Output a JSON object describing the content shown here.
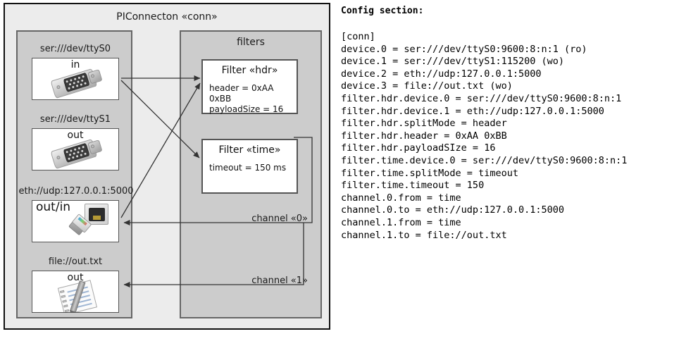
{
  "diagram": {
    "title": "PIConnecton «conn»",
    "devices_panel": {
      "groups": [
        {
          "label": "ser:///dev/ttyS0",
          "direction": "in",
          "icon": "serial-connector-icon"
        },
        {
          "label": "ser:///dev/ttyS1",
          "direction": "out",
          "icon": "serial-connector-icon"
        },
        {
          "label": "eth://udp:127.0.0.1:5000",
          "direction": "out/in",
          "icon": "ethernet-jack-icon"
        },
        {
          "label": "file://out.txt",
          "direction": "out",
          "icon": "text-file-icon"
        }
      ]
    },
    "filters_panel": {
      "title": "filters",
      "filters": [
        {
          "title": "Filter «hdr»",
          "attrs": [
            "header = 0xAA 0xBB",
            "payloadSize = 16"
          ]
        },
        {
          "title": "Filter «time»",
          "attrs": [
            "timeout = 150 ms"
          ]
        }
      ],
      "channels": [
        {
          "label": "channel «0»"
        },
        {
          "label": "channel «1»"
        }
      ]
    }
  },
  "config": {
    "heading": "Config section:",
    "lines": [
      "[conn]",
      "device.0 = ser:///dev/ttyS0:9600:8:n:1 (ro)",
      "device.1 = ser:///dev/ttyS1:115200 (wo)",
      "device.2 = eth://udp:127.0.0.1:5000",
      "device.3 = file://out.txt (wo)",
      "filter.hdr.device.0 = ser:///dev/ttyS0:9600:8:n:1",
      "filter.hdr.device.1 = eth://udp:127.0.0.1:5000",
      "filter.hdr.splitMode = header",
      "filter.hdr.header = 0xAA 0xBB",
      "filter.hdr.payloadSIze = 16",
      "filter.time.device.0 = ser:///dev/ttyS0:9600:8:n:1",
      "filter.time.splitMode = timeout",
      "filter.time.timeout = 150",
      "channel.0.from = time",
      "channel.0.to = eth://udp:127.0.0.1:5000",
      "channel.1.from = time",
      "channel.1.to = file://out.txt"
    ]
  },
  "colors": {
    "canvas": "#ffffff",
    "diagram_bg": "#ececec",
    "panel_bg": "#cccccc",
    "panel_border": "#666666",
    "box_bg": "#ffffff",
    "box_border": "#555555",
    "outer_border": "#111111",
    "arrow": "#333333"
  }
}
